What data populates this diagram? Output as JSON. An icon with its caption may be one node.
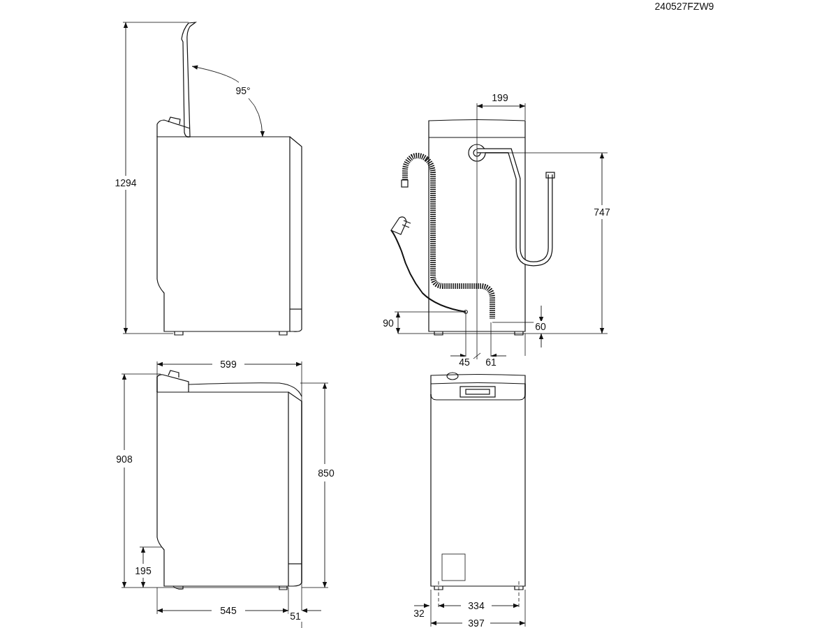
{
  "diagram": {
    "labels": [
      "240527FZW9",
      "1294",
      "95°",
      "199",
      "747",
      "90",
      "60",
      "45",
      "61",
      "599",
      "908",
      "850",
      "195",
      "545",
      "51",
      "334",
      "32",
      "397"
    ]
  }
}
